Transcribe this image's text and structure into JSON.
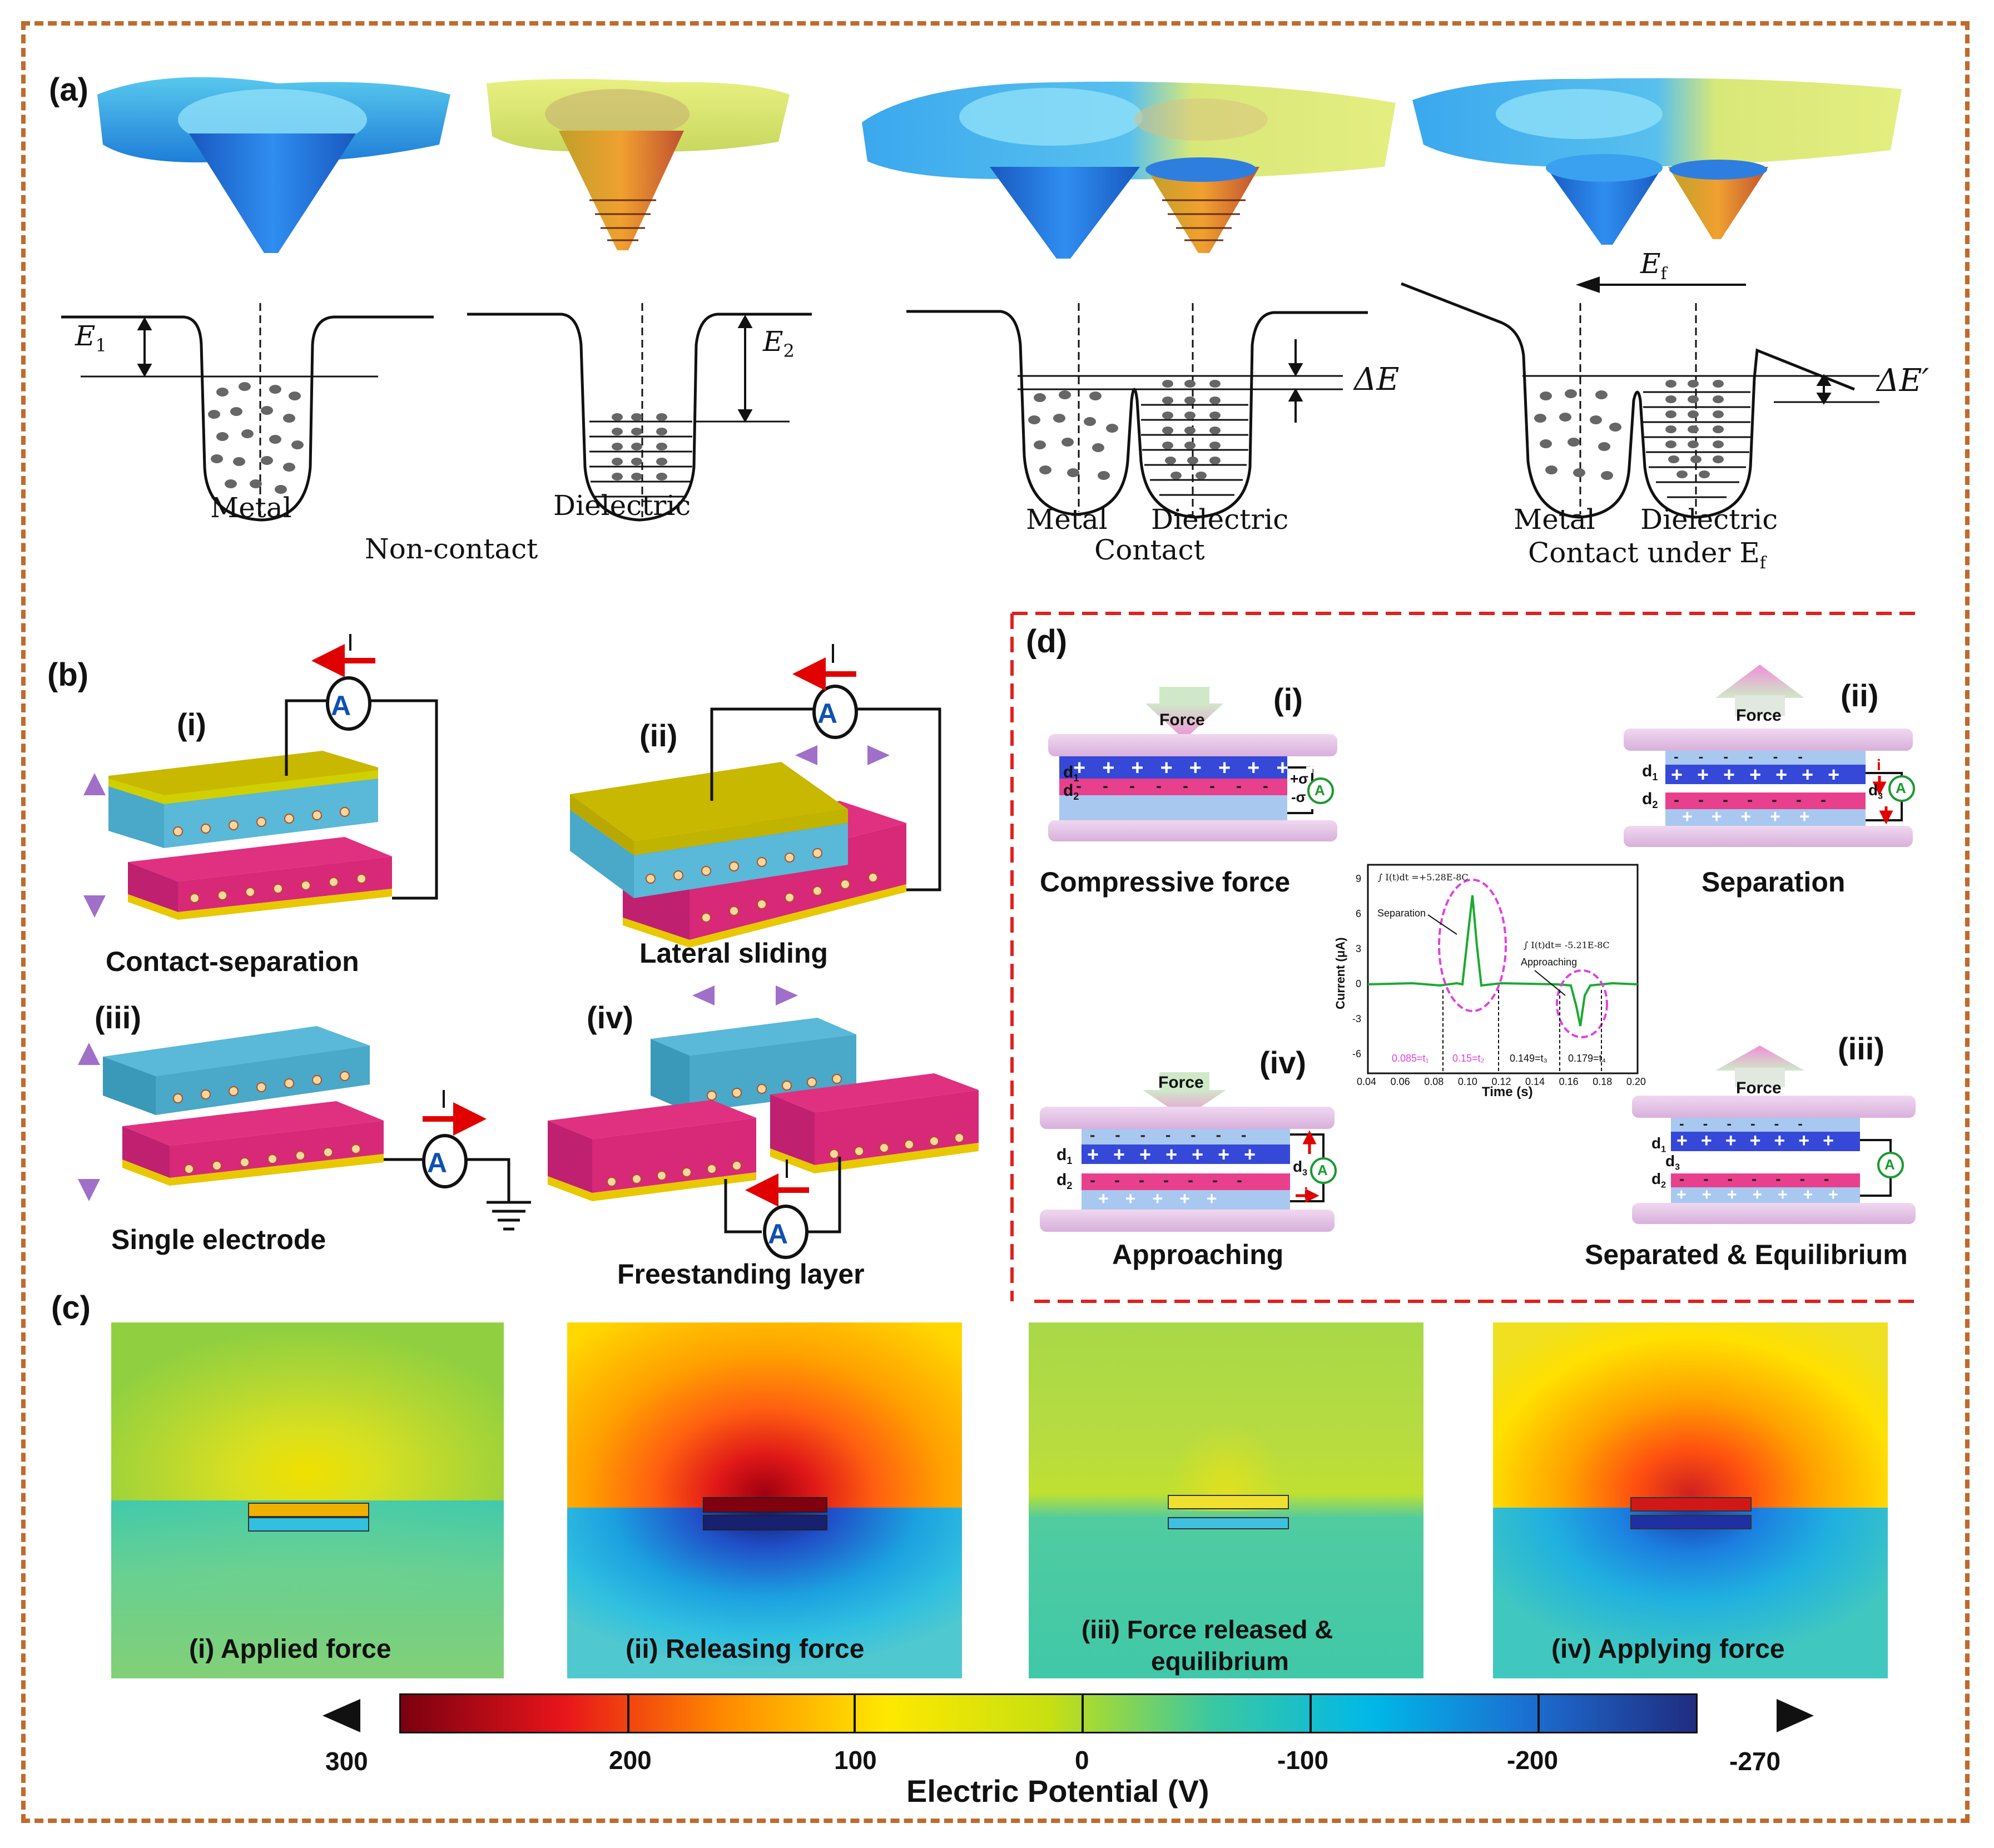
{
  "panel_a": {
    "label": "(a)",
    "e1": "E",
    "e1_sub": "1",
    "e2": "E",
    "e2_sub": "2",
    "delta_e": "ΔE",
    "delta_e_prime": "ΔE′",
    "ef": "E",
    "ef_sub": "f",
    "metal": "Metal",
    "dielectric": "Dielectric",
    "non_contact": "Non-contact",
    "metal2": "Metal",
    "dielectric2": "Dielectric",
    "contact": "Contact",
    "metal3": "Metal",
    "dielectric3": "Dielectric",
    "contact_under": "Contact under E",
    "contact_under_sub": "f"
  },
  "panel_b": {
    "label": "(b)",
    "i": "(i)",
    "ii": "(ii)",
    "iii": "(iii)",
    "iv": "(iv)",
    "current": "I",
    "ammeter": "A",
    "contact_separation": "Contact-separation",
    "lateral_sliding": "Lateral sliding",
    "single_electrode": "Single electrode",
    "freestanding_layer": "Freestanding layer"
  },
  "panel_c": {
    "label": "(c)",
    "maps": [
      {
        "caption": "(i) Applied force"
      },
      {
        "caption": "(ii) Releasing force"
      },
      {
        "caption": "(iii) Force released &",
        "caption2": "equilibrium"
      },
      {
        "caption": "(iv) Applying force"
      }
    ],
    "colorbar": {
      "ticks": [
        "300",
        "200",
        "100",
        "0",
        "-100",
        "-200",
        "-270"
      ],
      "title": "Electric Potential (V)",
      "colors": [
        "#7a0010",
        "#e8141a",
        "#ff8a00",
        "#ffe800",
        "#c8e010",
        "#3cc8a0",
        "#00b8e8",
        "#1c6cd0",
        "#202c80"
      ]
    }
  },
  "panel_d": {
    "label": "(d)",
    "i": "(i)",
    "ii": "(ii)",
    "iii": "(iii)",
    "iv": "(iv)",
    "force": "Force",
    "d1": "d",
    "d1_sub": "1",
    "d2": "d",
    "d2_sub": "2",
    "d3": "d",
    "d3_sub": "3",
    "sigma_pos": "+σ",
    "sigma_neg": "-σ",
    "ammeter": "A",
    "current_i": "i",
    "compressive_force": "Compressive force",
    "separation": "Separation",
    "approaching": "Approaching",
    "separated_equilibrium": "Separated & Equilibrium",
    "inset": {
      "ylabel": "Current (μA)",
      "xlabel": "Time (s)",
      "separation_label": "Separation",
      "approaching_label": "Approaching",
      "integral1": "∫ I(t)dt =+5.28E-8C",
      "integral2": "∫ I(t)dt= -5.21E-8C",
      "t1": "0.085=t₁",
      "t2": "0.15=t₂",
      "t3": "0.149=t₃",
      "t4": "0.179=t₄",
      "xticks": [
        "0.04",
        "0.06",
        "0.08",
        "0.10",
        "0.12",
        "0.14",
        "0.16",
        "0.18",
        "0.20"
      ],
      "yticks": [
        "9",
        "6",
        "3",
        "0",
        "-3",
        "-6"
      ]
    }
  }
}
